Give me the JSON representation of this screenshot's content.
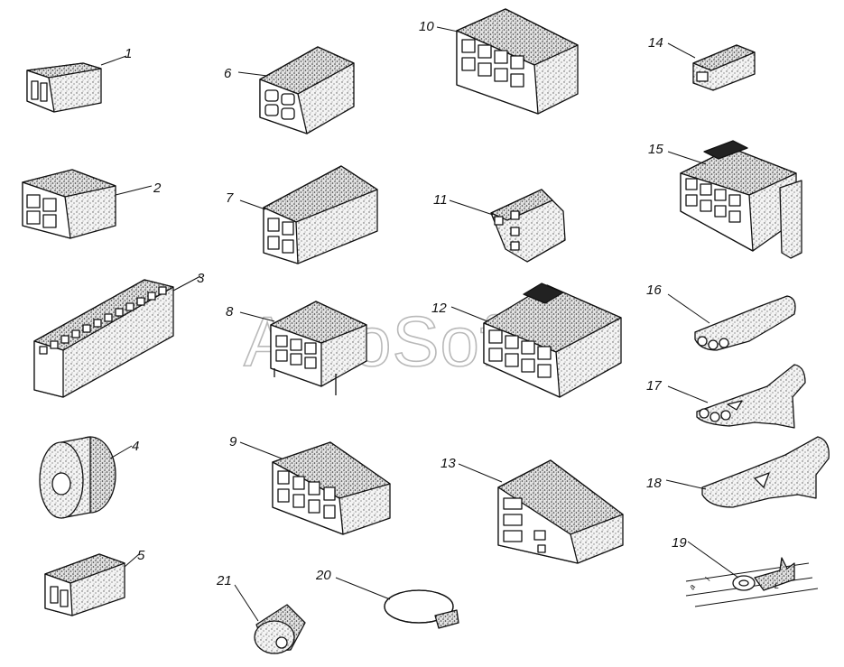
{
  "watermark": "AutoSoft",
  "icons": {
    "connector": "connector-icon",
    "terminal": "terminal-icon",
    "clamp": "clamp-icon",
    "grommet": "grommet-icon"
  },
  "colors": {
    "line": "#111111",
    "fill": "#ffffff",
    "stipple": "#555555",
    "watermark": "#b9b9b9"
  },
  "callouts": [
    "1",
    "2",
    "3",
    "4",
    "5",
    "6",
    "7",
    "8",
    "9",
    "10",
    "11",
    "12",
    "13",
    "14",
    "15",
    "16",
    "17",
    "18",
    "19",
    "20",
    "21"
  ],
  "dims": {
    "a": "a",
    "l": "l",
    "L": "L"
  }
}
